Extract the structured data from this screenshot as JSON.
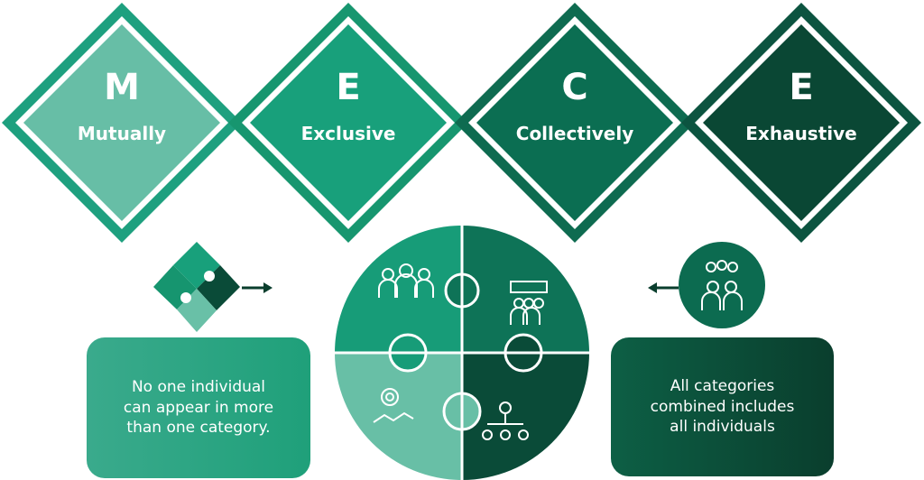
{
  "diamonds": [
    {
      "letter": "M",
      "word": "Mutually"
    },
    {
      "letter": "E",
      "word": "Exclusive"
    },
    {
      "letter": "C",
      "word": "Collectively"
    },
    {
      "letter": "E",
      "word": "Exhaustive"
    }
  ],
  "callouts": {
    "left": "No one individual can appear in more than one category.",
    "right": "All categories combined includes all individuals"
  },
  "colors": {
    "mutually": "#66bea6",
    "exclusive": "#1aa07c",
    "collectively": "#0b6e52",
    "exhaustive": "#0a4734",
    "frame": "#0d5e46",
    "puzzle_top_left": "#179c78",
    "puzzle_top_right": "#0e7357",
    "puzzle_bottom_left": "#68bfa6",
    "puzzle_bottom_right": "#0a4b38"
  },
  "icons": [
    "puzzle-icon",
    "arrow-right-icon",
    "arrow-left-icon",
    "team-icon",
    "meeting-icon",
    "gear-handshake-icon",
    "idea-network-icon",
    "group-icon"
  ]
}
